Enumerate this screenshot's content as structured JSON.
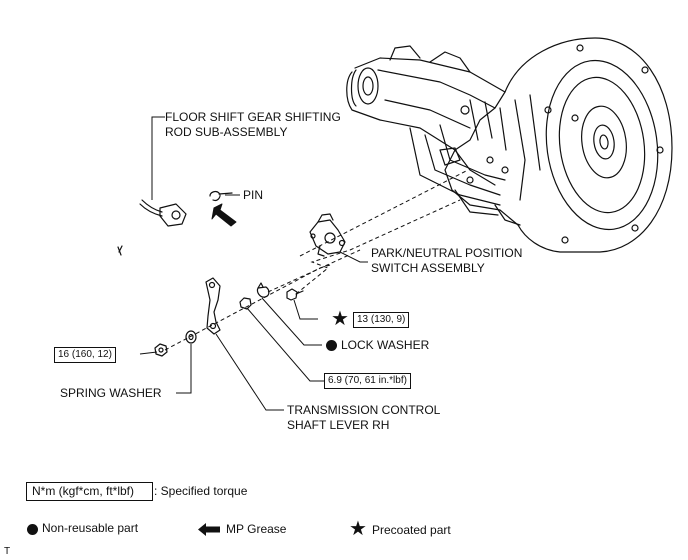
{
  "labels": {
    "floor_rod_1": "FLOOR SHIFT GEAR SHIFTING",
    "floor_rod_2": "ROD SUB-ASSEMBLY",
    "pin": "PIN",
    "pnp_switch_1": "PARK/NEUTRAL POSITION",
    "pnp_switch_2": "SWITCH ASSEMBLY",
    "lock_washer": "LOCK WASHER",
    "spring_washer": "SPRING WASHER",
    "lever_1": "TRANSMISSION CONTROL",
    "lever_2": "SHAFT LEVER RH"
  },
  "torques": {
    "bolt": "13 (130, 9)",
    "nut": "16 (160, 12)",
    "lever_nut": "6.9 (70, 61 in.*lbf)"
  },
  "legend": {
    "torque_unit": "N*m (kgf*cm, ft*lbf)",
    "torque_text": ": Specified torque",
    "nonreusable": "Non-reusable part",
    "grease": "MP Grease",
    "precoated": "Precoated part"
  },
  "corner_mark": "T",
  "icons": {
    "nonreusable": "filled-circle-icon",
    "grease": "left-arrow-icon",
    "precoated": "star-icon"
  },
  "colors": {
    "ink": "#111111",
    "background": "#ffffff"
  }
}
